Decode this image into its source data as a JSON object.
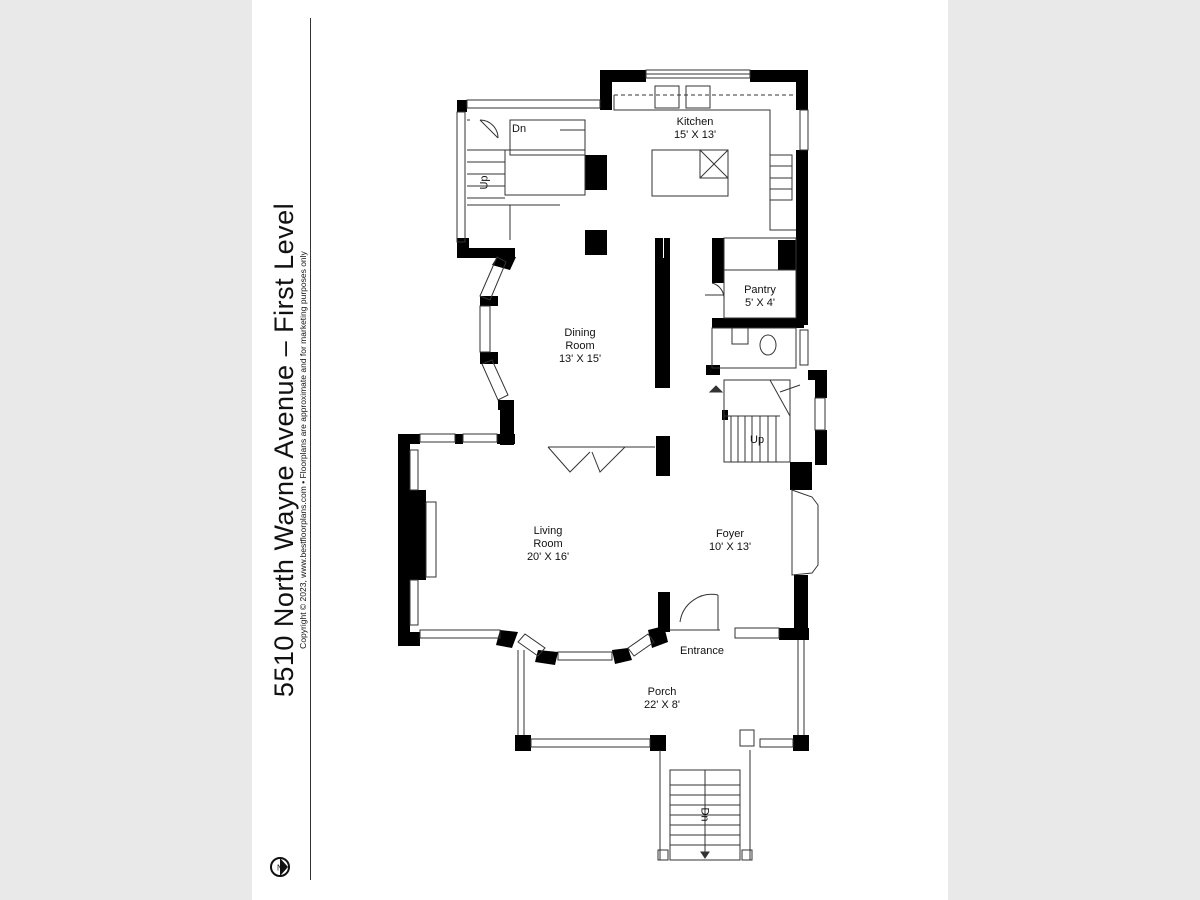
{
  "title": {
    "main": "5510 North Wayne Avenue – First Level",
    "copyright": "Copyright © 2023, www.bestfloorplans.com • Floorplans are approximate and for marketing purposes only"
  },
  "rooms": {
    "kitchen": {
      "name": "Kitchen",
      "size": "15' X 13'"
    },
    "pantry": {
      "name": "Pantry",
      "size": "5' X 4'"
    },
    "dining": {
      "name1": "Dining",
      "name2": "Room",
      "size": "13' X 15'"
    },
    "living": {
      "name1": "Living",
      "name2": "Room",
      "size": "20' X 16'"
    },
    "foyer": {
      "name": "Foyer",
      "size": "10' X 13'"
    },
    "entrance": {
      "name": "Entrance"
    },
    "porch": {
      "name": "Porch",
      "size": "22' X 8'"
    }
  },
  "stairs": {
    "back_down": "Dn",
    "back_up": "Up",
    "front_up": "Up",
    "porch_down": "Dn"
  },
  "compass_label": "N",
  "colors": {
    "wall": "#000000",
    "line": "#333333",
    "background": "#e9e9e9",
    "sheet": "#ffffff"
  }
}
